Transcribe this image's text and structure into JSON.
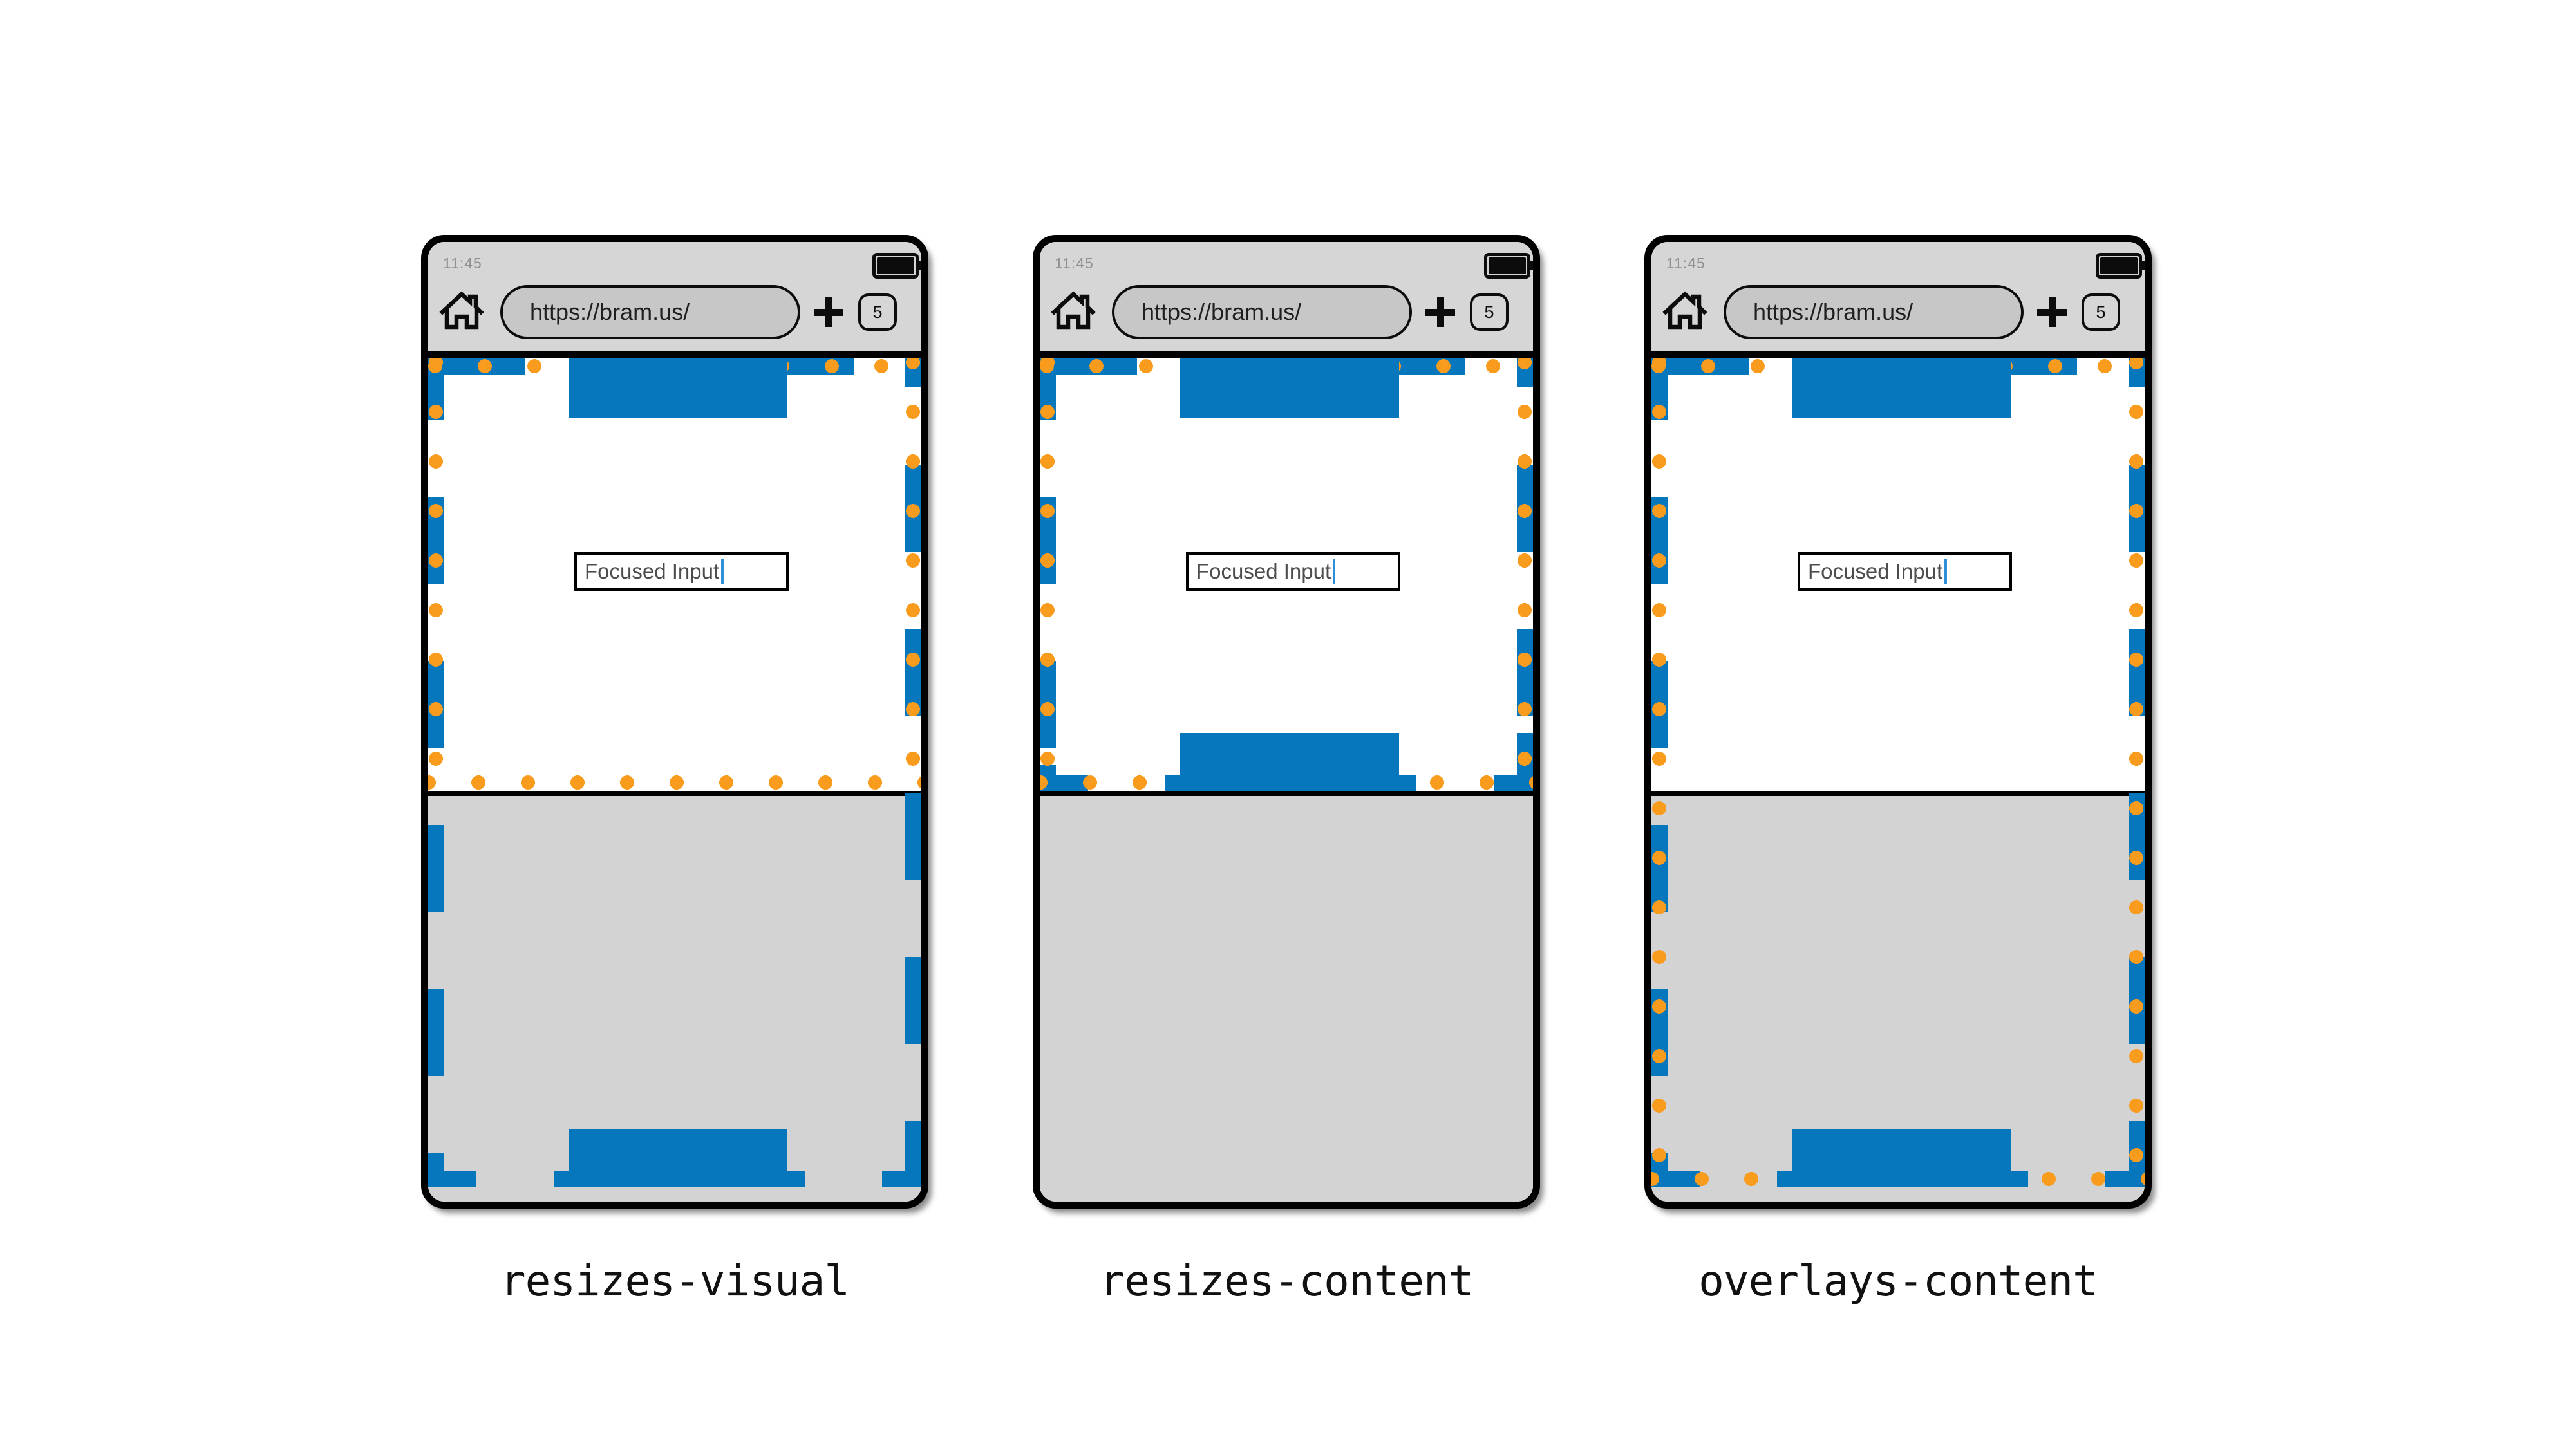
{
  "colors": {
    "blue": "#0677BD",
    "orange": "#F99B1D",
    "chrome_gray": "#D6D6D6",
    "pill_gray": "#C7C7C7",
    "keyboard_gray": "#D3D3D3",
    "caret_blue": "#2F8FD9"
  },
  "browser": {
    "time": "11:45",
    "url": "https://bram.us/",
    "tab_count": "5",
    "home_icon": "home-icon",
    "plus_icon": "plus-new-tab-icon",
    "battery_icon": "battery-icon"
  },
  "input": {
    "value": "Focused Input"
  },
  "phones": [
    {
      "mode": "resizes-visual",
      "label": "resizes-visual"
    },
    {
      "mode": "resizes-content",
      "label": "resizes-content"
    },
    {
      "mode": "overlays-content",
      "label": "overlays-content"
    }
  ]
}
